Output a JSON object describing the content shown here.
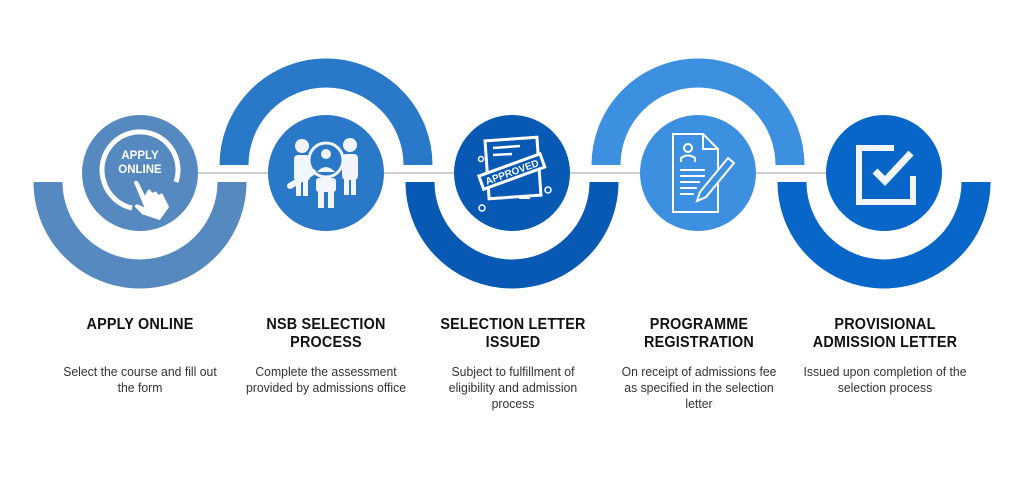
{
  "colors": [
    "#5589bf",
    "#2a78c8",
    "#0759b4",
    "#3d8fe0",
    "#0766c8"
  ],
  "connector_color": "#cfcfcf",
  "steps": [
    {
      "title": "APPLY ONLINE",
      "description": "Select the course and fill out the form",
      "icon": "apply-online-click-icon",
      "icon_text": [
        "APPLY",
        "ONLINE"
      ]
    },
    {
      "title": "NSB SELECTION PROCESS",
      "description": "Complete the assessment provided by admissions office",
      "icon": "candidate-search-icon"
    },
    {
      "title": "SELECTION LETTER ISSUED",
      "description": "Subject to fulfillment of eligibility and admission process",
      "icon": "approved-document-icon",
      "icon_text": [
        "APPROVED"
      ]
    },
    {
      "title": "PROGRAMME REGISTRATION",
      "description": "On receipt of admissions fee as specified in the selection letter",
      "icon": "registration-form-pencil-icon"
    },
    {
      "title": "PROVISIONAL ADMISSION LETTER",
      "description": "Issued upon completion of the selection process",
      "icon": "checkbox-check-icon"
    }
  ]
}
